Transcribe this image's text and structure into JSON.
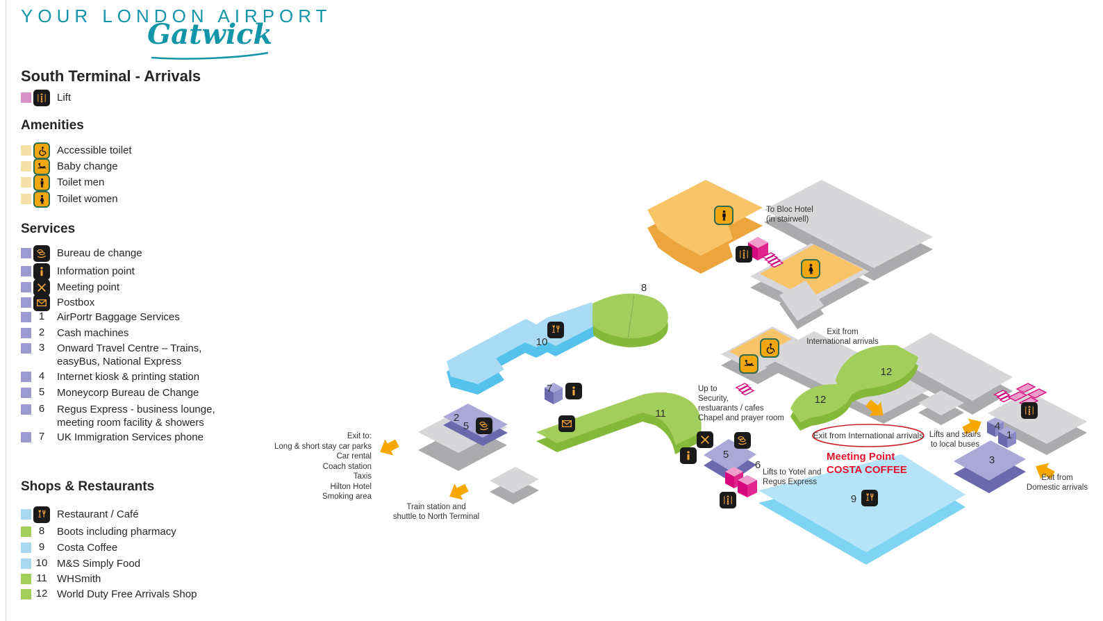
{
  "palette": {
    "teal": "#1295A8",
    "ink": "#262626",
    "red": "#E8112D",
    "ellipse_red": "#CC2229",
    "orange_top": "#F9C368",
    "orange_side": "#ECA53C",
    "amen_swatch": "#F7E0A8",
    "amen_icon_bg": "#F2A710",
    "amen_icon_border": "#2E6B4F",
    "service_swatch": "#9C9AD0",
    "purple_top": "#ABA8D8",
    "purple_side": "#6B68AE",
    "purple_mid": "#8B88C6",
    "green_top": "#A3CE5C",
    "green_side": "#85B93C",
    "blue_swatch": "#A8D8F0",
    "blue_top": "#A9DCF4",
    "blue_side": "#54C2EC",
    "costa_top": "#B5E3F8",
    "costa_side": "#7FD4F4",
    "gray_top": "#D7D7D9",
    "gray_side": "#ABABAE",
    "pink_swatch": "#D792C7",
    "magenta": "#D6087E",
    "magenta_mid": "#E0258F",
    "pink_light": "#F09CCB",
    "tile_bg": "#1A1A1A",
    "tile_glyph": "#F2A33C",
    "arrow": "#F6A800"
  },
  "logo": {
    "line1": "YOUR LONDON AIRPORT",
    "script": "Gatwick"
  },
  "title": "South Terminal - Arrivals",
  "legend": {
    "lift": {
      "label": "Lift"
    },
    "amenities": {
      "heading": "Amenities",
      "items": [
        {
          "label": "Accessible toilet"
        },
        {
          "label": "Baby change"
        },
        {
          "label": "Toilet men"
        },
        {
          "label": "Toilet women"
        }
      ]
    },
    "services": {
      "heading": "Services",
      "icon_items": [
        {
          "label": "Bureau de change"
        },
        {
          "label": "Information point"
        },
        {
          "label": "Meeting point"
        },
        {
          "label": "Postbox"
        }
      ],
      "numbered_items": [
        {
          "num": "1",
          "label": "AirPortr Baggage Services"
        },
        {
          "num": "2",
          "label": "Cash machines"
        },
        {
          "num": "3",
          "label": "Onward Travel Centre – Trains,",
          "label2": "easyBus, National Express"
        },
        {
          "num": "4",
          "label": "Internet kiosk & printing station"
        },
        {
          "num": "5",
          "label": "Moneycorp Bureau de Change"
        },
        {
          "num": "6",
          "label": "Regus Express - business lounge,",
          "label2": "meeting room facility & showers"
        },
        {
          "num": "7",
          "label": "UK Immigration Services phone"
        }
      ]
    },
    "shops": {
      "heading": "Shops & Restaurants",
      "icon_items": [
        {
          "label": "Restaurant / Café"
        }
      ],
      "numbered_items": [
        {
          "num": "8",
          "label": "Boots including pharmacy",
          "color": "green"
        },
        {
          "num": "9",
          "label": "Costa Coffee",
          "color": "blue"
        },
        {
          "num": "10",
          "label": "M&S Simply Food",
          "color": "blue"
        },
        {
          "num": "11",
          "label": "WHSmith",
          "color": "green"
        },
        {
          "num": "12",
          "label": "World Duty Free Arrivals Shop",
          "color": "green"
        }
      ]
    }
  },
  "map": {
    "bloc_hotel_1": "To Bloc Hotel",
    "bloc_hotel_2": "(in stairwell)",
    "exit_intl_1": "Exit from",
    "exit_intl_2": "International arrivals",
    "up_to_1": "Up to",
    "up_to_2": "Security,",
    "up_to_3": "restuarants / cafes",
    "up_to_4": "Chapel and prayer room",
    "exit_to_1": "Exit to:",
    "exit_to_2": "Long & short stay car parks",
    "exit_to_3": "Car rental",
    "exit_to_4": "Coach station",
    "exit_to_5": "Taxis",
    "exit_to_6": "Hilton Hotel",
    "exit_to_7": "Smoking area",
    "train_1": "Train station and",
    "train_2": "shuttle to North Terminal",
    "lifts_yotel_1": "Lifts to Yotel and",
    "lifts_yotel_2": "Regus Express",
    "lifts_buses_1": "Lifts and stairs",
    "lifts_buses_2": "to local buses",
    "exit_domestic_1": "Exit from",
    "exit_domestic_2": "Domestic arrivals",
    "exit_intl_circled": "Exit from International arrivals",
    "meeting_point_1": "Meeting Point",
    "meeting_point_2": "COSTA COFFEE",
    "n1": "1",
    "n2": "2",
    "n3": "3",
    "n4": "4",
    "n5": "5",
    "n6": "6",
    "n7": "7",
    "n8": "8",
    "n9": "9",
    "n10": "10",
    "n11": "11",
    "n12": "12"
  }
}
